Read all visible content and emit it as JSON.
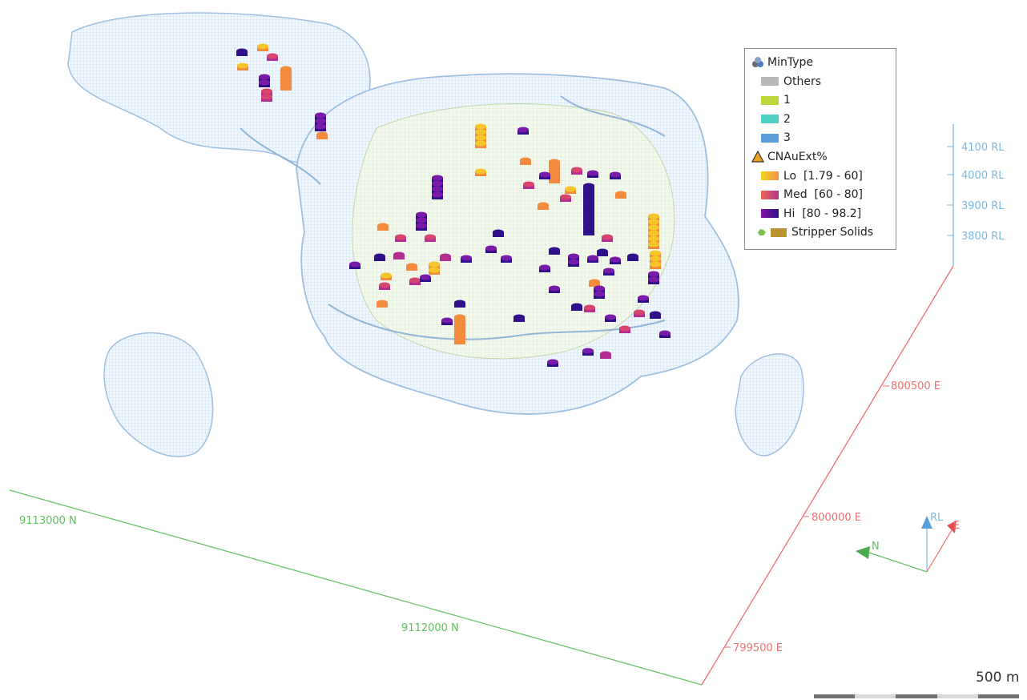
{
  "legend": {
    "mintype": {
      "title": "MinType",
      "items": [
        {
          "label": "Others",
          "color": "#b9b9b9"
        },
        {
          "label": "1",
          "color": "#bcd63a"
        },
        {
          "label": "2",
          "color": "#4fd1c6"
        },
        {
          "label": "3",
          "color": "#5b9fd8"
        }
      ]
    },
    "cnauext": {
      "title": "CNAuExt%",
      "items": [
        {
          "label": "Lo  [1.79 - 60]"
        },
        {
          "label": "Med  [60 - 80]"
        },
        {
          "label": "Hi  [80 - 98.2]"
        }
      ]
    },
    "stripper": {
      "label": "Stripper Solids",
      "color": "#b8952e"
    }
  },
  "axes": {
    "northing": [
      "9113000 N",
      "9112000 N"
    ],
    "easting": [
      "800500 E",
      "800000 E",
      "799500 E"
    ],
    "rl": [
      "4100 RL",
      "4000 RL",
      "3900 RL",
      "3800 RL"
    ],
    "colors": {
      "northing": "#6cc46c",
      "easting": "#ef6f6f",
      "rl": "#7fb7e0"
    }
  },
  "compass": {
    "n": "N",
    "rl": "RL",
    "e": "E"
  },
  "scale": {
    "label": "500 m"
  }
}
